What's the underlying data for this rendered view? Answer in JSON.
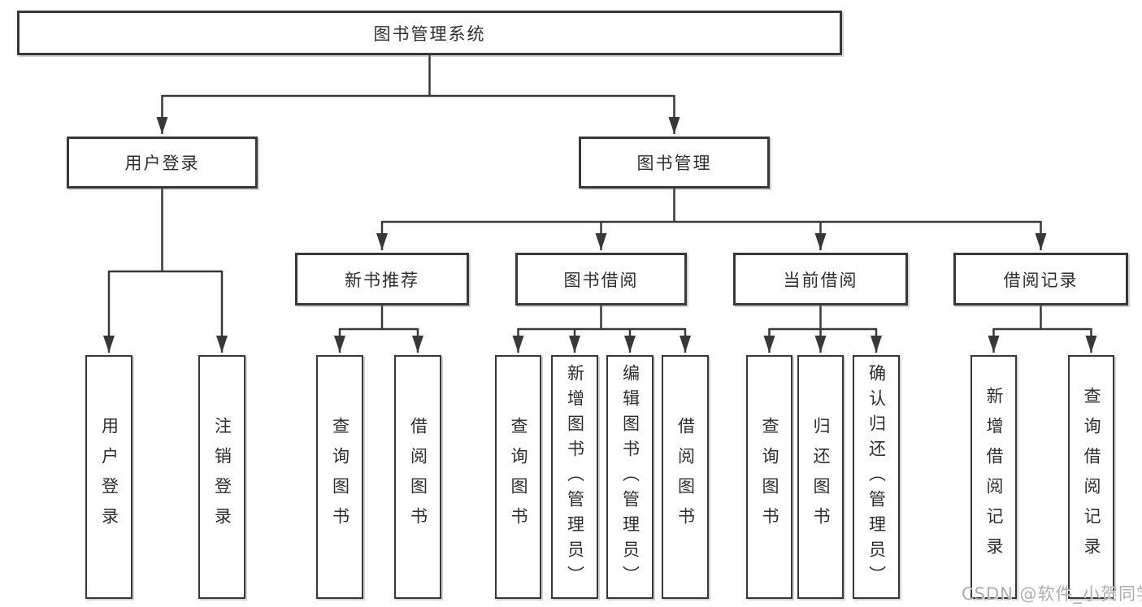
{
  "diagram": {
    "title": "图书管理系统",
    "colors": {
      "line": "#383838",
      "border": "#383838",
      "text": "#2e2e2e",
      "background": "#ffffff",
      "watermark": "#adadad"
    },
    "nodes": {
      "root": "图书管理系统",
      "user_login": "用户登录",
      "book_mgmt": "图书管理",
      "new_book_rec": "新书推荐",
      "book_borrow": "图书借阅",
      "current_borrow": "当前借阅",
      "borrow_records": "借阅记录",
      "leaf_user_login": "用户登录",
      "leaf_logout": "注销登录",
      "leaf_nb_query": "查询图书",
      "leaf_nb_borrow": "借阅图书",
      "leaf_bb_query": "查询图书",
      "leaf_bb_add": "新增图书（管理员）",
      "leaf_bb_edit": "编辑图书（管理员）",
      "leaf_bb_borrow": "借阅图书",
      "leaf_cb_query": "查询图书",
      "leaf_cb_return": "归还图书",
      "leaf_cb_confirm": "确认归还（管理员）",
      "leaf_br_add": "新增借阅记录",
      "leaf_br_query": "查询借阅记录"
    },
    "tree": {
      "图书管理系统": {
        "用户登录": [
          "用户登录",
          "注销登录"
        ],
        "图书管理": {
          "新书推荐": [
            "查询图书",
            "借阅图书"
          ],
          "图书借阅": [
            "查询图书",
            "新增图书（管理员）",
            "编辑图书（管理员）",
            "借阅图书"
          ],
          "当前借阅": [
            "查询图书",
            "归还图书",
            "确认归还（管理员）"
          ],
          "借阅记录": [
            "新增借阅记录",
            "查询借阅记录"
          ]
        }
      }
    }
  },
  "watermark": {
    "text": "CSDN @软件_小贺同学"
  }
}
